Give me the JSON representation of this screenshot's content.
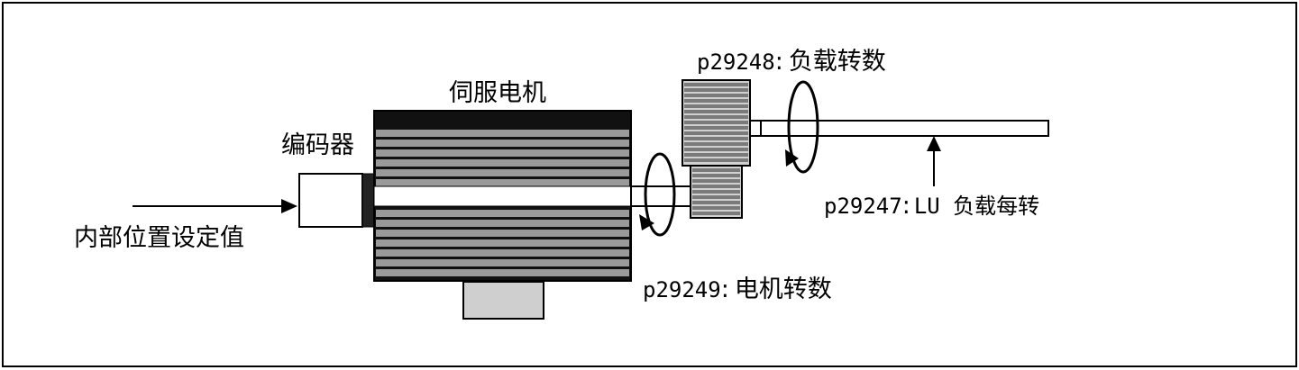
{
  "labels": {
    "servo_motor": "伺服电机",
    "encoder": "编码器",
    "internal_setpoint": "内部位置设定值",
    "p29248_code": "p29248",
    "p29248_text": "负载转数",
    "p29247_code": "p29247",
    "p29247_text": "LU 负载每转",
    "p29249_code": "p29249",
    "p29249_text": "电机转数",
    "separator": ":"
  },
  "colors": {
    "motor_body": "#111111",
    "motor_stripe": "#9a9a9a",
    "motor_stripe_light": "#d4d4d4",
    "gear": "#7a7a7a",
    "mount": "#cfcfcf",
    "outline": "#000000"
  }
}
